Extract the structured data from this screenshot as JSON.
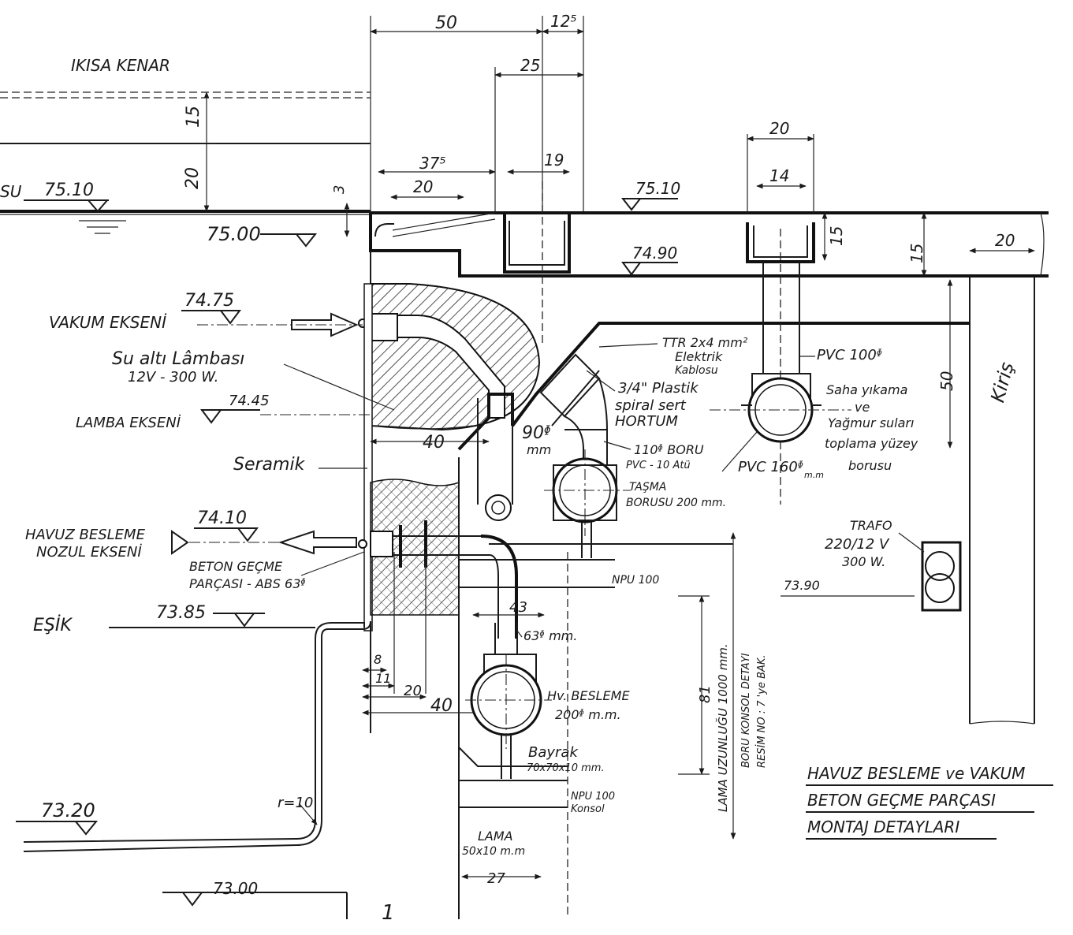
{
  "labels": {
    "ikisa_kenar": "IKISA KENAR",
    "su": "SU",
    "elev_7510": "75.10",
    "elev_7500": "75.00",
    "elev_7510b": "75.10",
    "elev_7490": "74.90",
    "elev_7475": "74.75",
    "vakum_ekseni": "VAKUM EKSENİ",
    "su_alti_lambasi": "Su altı Lâmbası",
    "lamba_spec": "12V - 300 W.",
    "elev_7445": "74.45",
    "lamba_ekseni": "LAMBA EKSENİ",
    "seramik": "Seramik",
    "elev_7410": "74.10",
    "havuz_besleme": "HAVUZ BESLEME",
    "nozul_ekseni": "NOZUL EKSENİ",
    "beton_gecme": "BETON GEÇME",
    "parcasi_abs": "PARÇASI - ABS 63ᶲ",
    "elev_7385": "73.85",
    "esik": "EŞİK",
    "elev_7320": "73.20",
    "r10": "r=10",
    "elev_7300": "73.00",
    "elev_7390": "73.90",
    "ttr_kablo_1": "TTR 2x4 mm²",
    "ttr_kablo_2": "Elektrik",
    "ttr_kablo_3": "Kablosu",
    "hortum_1": "3/4\" Plastik",
    "hortum_2": "spiral sert",
    "hortum_3": "HORTUM",
    "pvc100": "PVC 100ᶲ",
    "saha_1": "Saha yıkama",
    "saha_2": "ve",
    "saha_3": "Yağmur suları",
    "saha_4": "toplama yüzey",
    "saha_5": "borusu",
    "pvc160": "PVC 160ᶲ",
    "pvc160_unit": "m.m",
    "boru110_1": "110ᶲ BORU",
    "boru110_2": "PVC - 10 Atü",
    "tasma_1": "TAŞMA",
    "tasma_2": "BORUSU 200 mm.",
    "d90": "90ᶲ",
    "d90_unit": "mm",
    "npu100_a": "NPU 100",
    "d63": "63ᶲ mm.",
    "hv_besleme_1": "Hv. BESLEME",
    "hv_besleme_2": "200ᶲ m.m.",
    "bayrak_1": "Bayrak",
    "bayrak_2": "70x70x10 mm.",
    "npu100_b": "NPU 100",
    "konsol": "Konsol",
    "lama_1": "LAMA",
    "lama_2": "50x10 m.m",
    "trafo_1": "TRAFO",
    "trafo_2": "220/12 V",
    "trafo_3": "300 W.",
    "kiris": "Kiriş",
    "vert_note_1": "LAMA UZUNLUĞU 1000 mm.",
    "vert_note_2": "BORU KONSOL DETAYI",
    "vert_note_3": "RESİM NO : 7 'ye BAK.",
    "title_1": "HAVUZ BESLEME ve VAKUM",
    "title_2": "BETON GEÇME PARÇASI",
    "title_3": "MONTAJ DETAYLARI",
    "page_mark": "1"
  },
  "dims": {
    "d50": "50",
    "d12": "12⁵",
    "d25": "25",
    "d15a": "15",
    "d20a": "20",
    "d375": "37⁵",
    "d19": "19",
    "d3": "3",
    "d20b": "20",
    "d20c": "20",
    "d14": "14",
    "d15b": "15",
    "d15c": "15",
    "d20d": "20",
    "d50b": "50",
    "d40a": "40",
    "d43": "43",
    "d8": "8",
    "d11": "11",
    "d20e": "20",
    "d40b": "40",
    "d81": "81",
    "d27": "27"
  },
  "colors": {
    "ink": "#1a1a1a",
    "paper": "#ffffff"
  }
}
